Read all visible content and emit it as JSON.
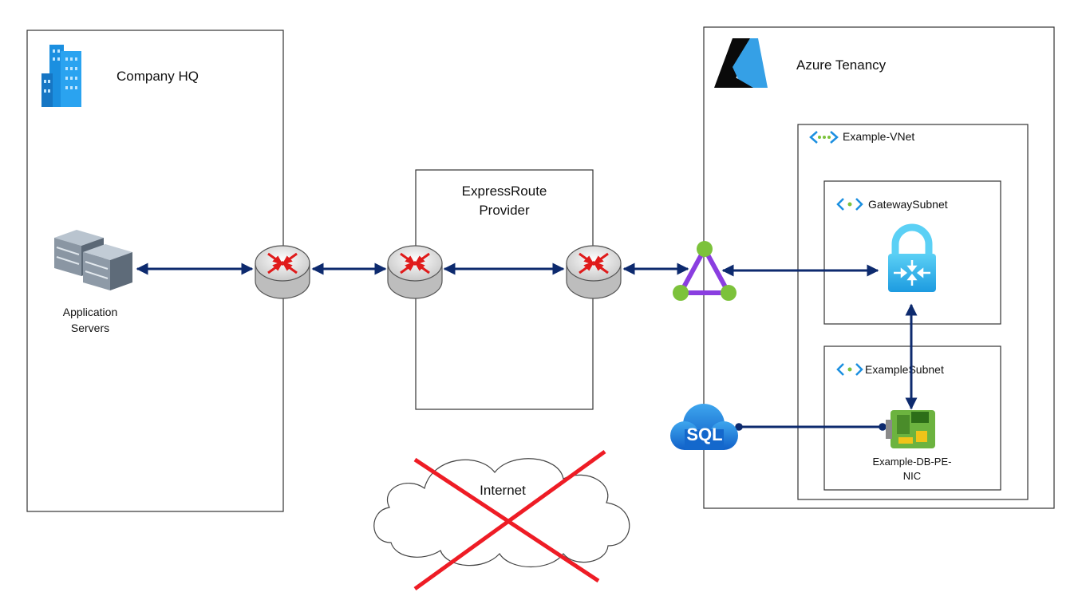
{
  "company_hq": {
    "title": "Company HQ"
  },
  "app_servers": {
    "label_line1": "Application",
    "label_line2": "Servers"
  },
  "provider": {
    "title_line1": "ExpressRoute",
    "title_line2": "Provider"
  },
  "azure": {
    "title": "Azure Tenancy",
    "vnet_label": "Example-VNet",
    "gateway_subnet_label": "GatewaySubnet",
    "example_subnet_label": "ExampleSubnet",
    "nic_label_line1": "Example-DB-PE-",
    "nic_label_line2": "NIC",
    "sql_text": "SQL"
  },
  "internet": {
    "label": "Internet"
  },
  "colors": {
    "link": "#0d2a6e",
    "cross": "#ee1c25",
    "azure_blue": "#1b8fe0",
    "triangle_purple": "#8a3ee0",
    "triangle_green": "#7cc23b"
  }
}
